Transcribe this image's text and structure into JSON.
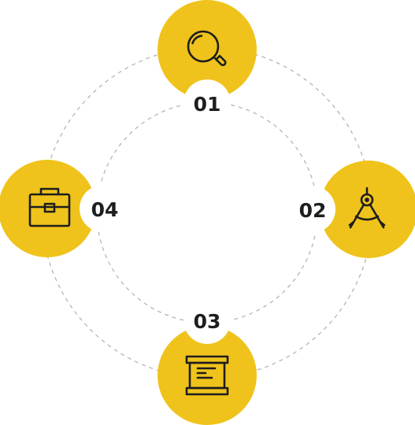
{
  "theme": {
    "accent": "#efc31b",
    "ring": "#b5b5b5",
    "ink": "#1e1e1e",
    "background": "#ffffff"
  },
  "steps": [
    {
      "label": "01",
      "icon": "magnifier-icon"
    },
    {
      "label": "02",
      "icon": "drafting-compass-icon"
    },
    {
      "label": "03",
      "icon": "document-frame-icon"
    },
    {
      "label": "04",
      "icon": "briefcase-icon"
    }
  ]
}
